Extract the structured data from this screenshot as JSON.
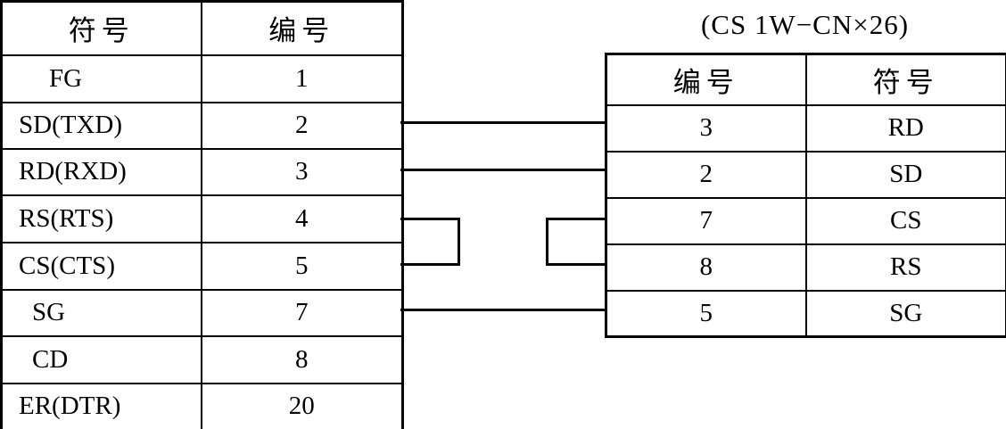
{
  "title": "(CS 1W−CN×26)",
  "left_table": {
    "headers": {
      "symbol": "符号",
      "number": "编号"
    },
    "rows": [
      {
        "symbol": "FG",
        "number": "1"
      },
      {
        "symbol": "SD(TXD)",
        "number": "2"
      },
      {
        "symbol": "RD(RXD)",
        "number": "3"
      },
      {
        "symbol": "RS(RTS)",
        "number": "4"
      },
      {
        "symbol": "CS(CTS)",
        "number": "5"
      },
      {
        "symbol": "SG",
        "number": "7"
      },
      {
        "symbol": "CD",
        "number": "8"
      },
      {
        "symbol": "ER(DTR)",
        "number": "20"
      }
    ]
  },
  "right_table": {
    "headers": {
      "number": "编号",
      "symbol": "符号"
    },
    "rows": [
      {
        "number": "3",
        "symbol": "RD"
      },
      {
        "number": "2",
        "symbol": "SD"
      },
      {
        "number": "7",
        "symbol": "CS"
      },
      {
        "number": "8",
        "symbol": "RS"
      },
      {
        "number": "5",
        "symbol": "SG"
      }
    ]
  },
  "connections": [
    {
      "left_pin": "2 SD(TXD)",
      "right_pin": "3 RD",
      "type": "straight"
    },
    {
      "left_pin": "3 RD(RXD)",
      "right_pin": "2 SD",
      "type": "straight"
    },
    {
      "left_pin": "7 SG",
      "right_pin": "5 SG",
      "type": "straight"
    },
    {
      "pins": "4 RS(RTS) ↔ 5 CS(CTS)",
      "side": "left",
      "type": "jumper"
    },
    {
      "pins": "7 CS ↔ 8 RS",
      "side": "right",
      "type": "jumper"
    }
  ],
  "colors": {
    "line": "#000000",
    "text": "#000000",
    "background": "#ffffff"
  }
}
